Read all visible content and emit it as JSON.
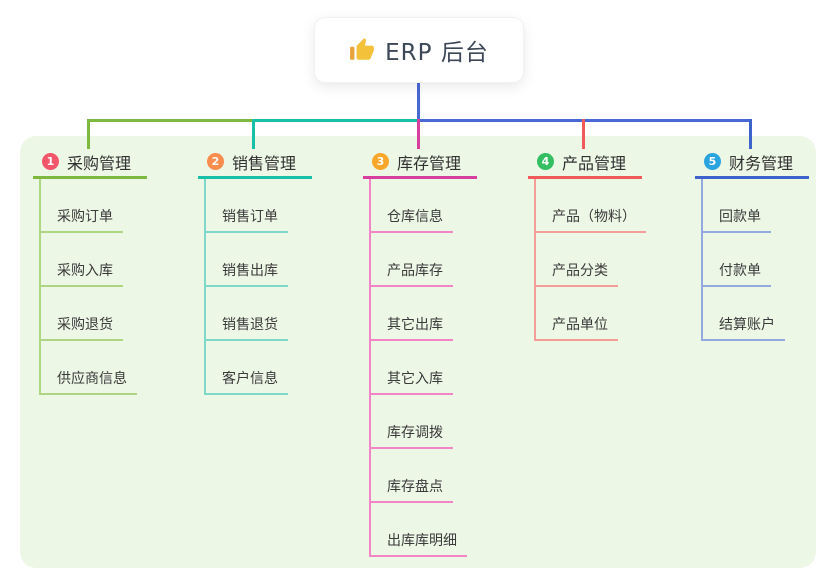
{
  "root": {
    "title": "ERP 后台",
    "icon": "thumbs-up-icon",
    "connector_color": "#4a67d6"
  },
  "panel": {
    "background": "#edf7e6"
  },
  "branches": [
    {
      "number": "1",
      "label": "采购管理",
      "circle_color": "#f2566b",
      "line_color": "#7cb93e",
      "light_line_color": "#aed581",
      "items": [
        "采购订单",
        "采购入库",
        "采购退货",
        "供应商信息"
      ]
    },
    {
      "number": "2",
      "label": "销售管理",
      "circle_color": "#fa8c4e",
      "line_color": "#19c0a8",
      "light_line_color": "#7ed9ca",
      "items": [
        "销售订单",
        "销售出库",
        "销售退货",
        "客户信息"
      ]
    },
    {
      "number": "3",
      "label": "库存管理",
      "circle_color": "#f7a72a",
      "line_color": "#d63f9d",
      "light_line_color": "#f285c5",
      "items": [
        "仓库信息",
        "产品库存",
        "其它出库",
        "其它入库",
        "库存调拨",
        "库存盘点",
        "出库库明细"
      ]
    },
    {
      "number": "4",
      "label": "产品管理",
      "circle_color": "#33bf62",
      "line_color": "#f05a5a",
      "light_line_color": "#f59d99",
      "items": [
        "产品（物料）",
        "产品分类",
        "产品单位"
      ]
    },
    {
      "number": "5",
      "label": "财务管理",
      "circle_color": "#2aa4df",
      "line_color": "#3e63cc",
      "light_line_color": "#94a9e0",
      "items": [
        "回款单",
        "付款单",
        "结算账户"
      ]
    }
  ]
}
